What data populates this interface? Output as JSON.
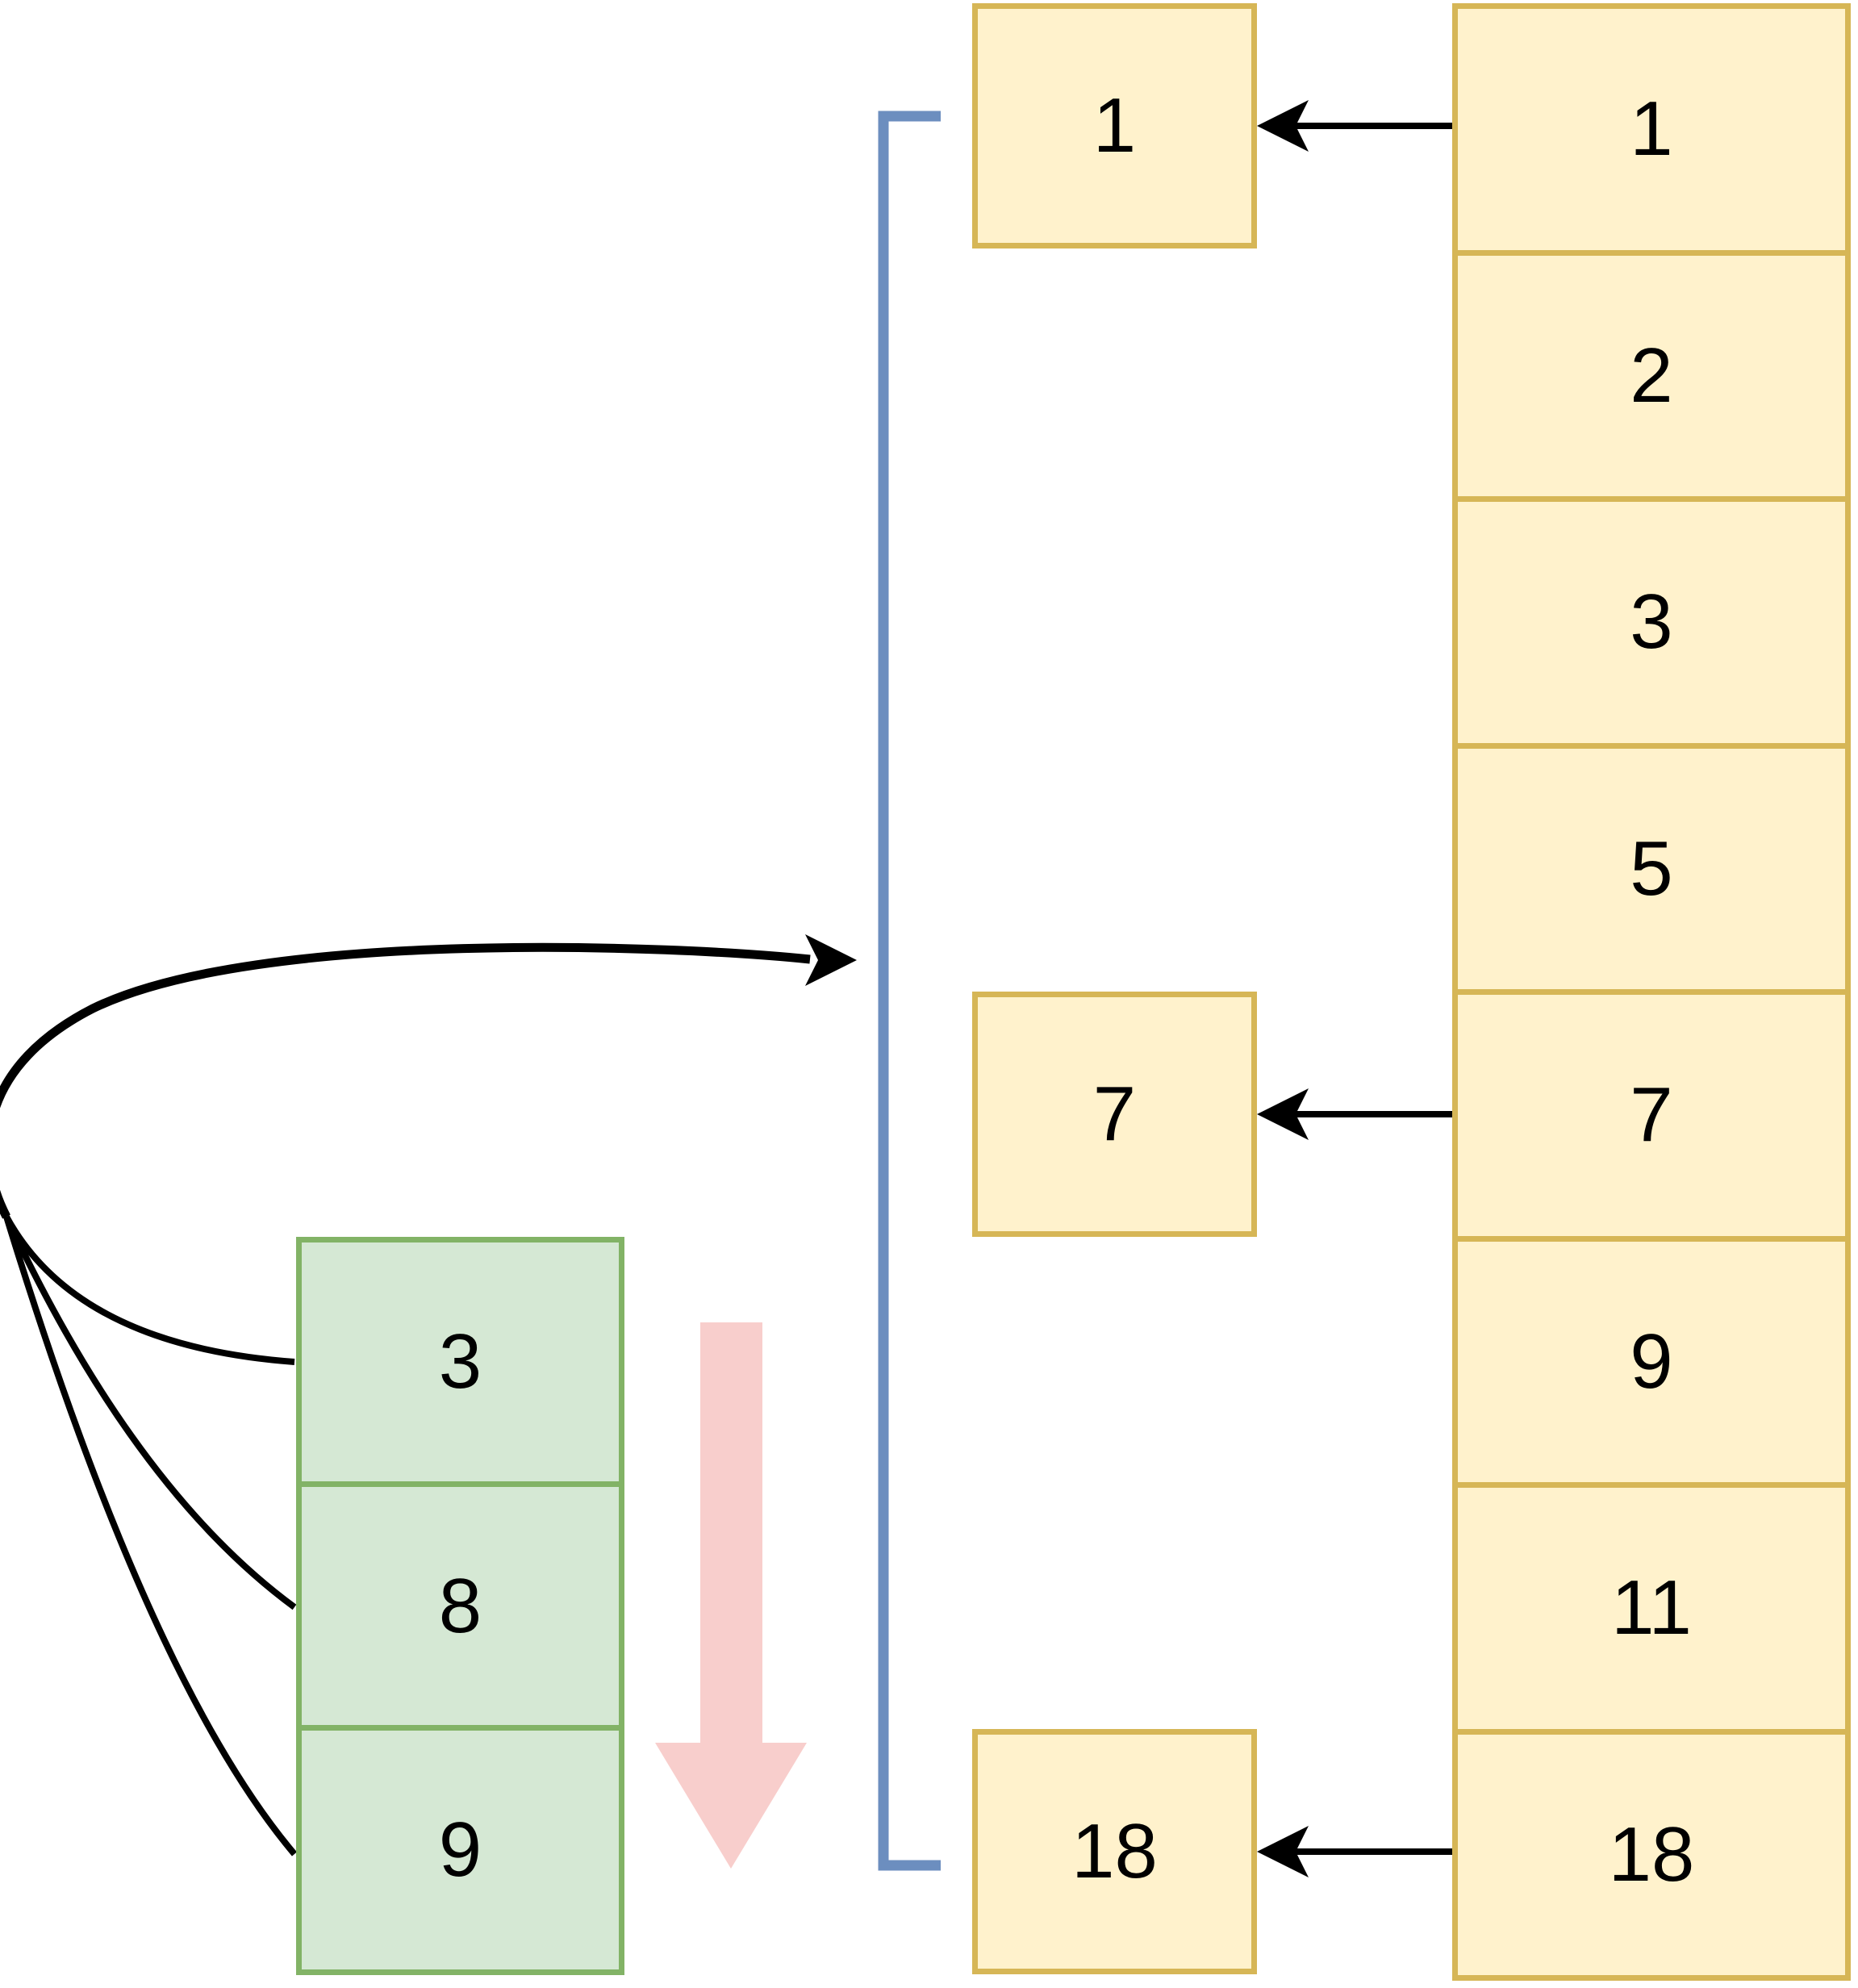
{
  "right_column": {
    "cells": [
      "1",
      "2",
      "3",
      "5",
      "7",
      "9",
      "11",
      "18"
    ]
  },
  "middle_boxes": {
    "cells": [
      "1",
      "7",
      "18"
    ]
  },
  "green_column": {
    "cells": [
      "3",
      "8",
      "9"
    ]
  },
  "icons": {
    "left_arrow_icon": "barbed horizontal arrow pointing left",
    "right_arrow_icon": "barbed curved arrow pointing right",
    "down_arrow_icon": "thick pink arrow pointing down",
    "bracket_icon": "square bracket spanning extracted boxes"
  },
  "colors": {
    "yellow_fill": "#FFF2CC",
    "yellow_border": "#D6B656",
    "green_fill": "#D5E8D4",
    "green_border": "#82B366",
    "pink_arrow": "#F8CECC",
    "bracket_blue": "#6C8EBF",
    "arrow_black": "#000000"
  }
}
